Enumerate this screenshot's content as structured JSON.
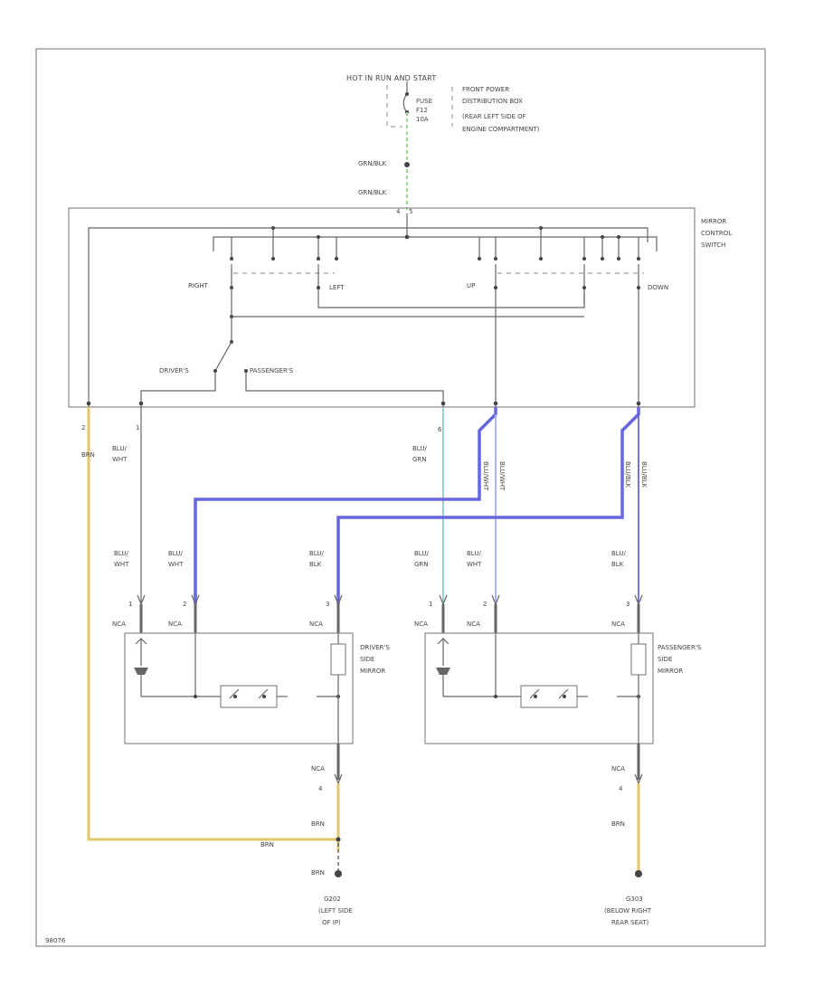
{
  "power": {
    "hot_label": "HOT IN RUN AND START",
    "fuse": [
      "FUSE",
      "F12",
      "10A"
    ],
    "box_note": [
      "FRONT POWER",
      "DISTRIBUTION BOX",
      "(REAR LEFT SIDE OF",
      "ENGINE COMPARTMENT)"
    ]
  },
  "feed_wires": [
    "GRN/BLK",
    "GRN/BLK"
  ],
  "pin_marks": [
    "4",
    "5"
  ],
  "switch": {
    "name": [
      "MIRROR",
      "CONTROL",
      "SWITCH"
    ],
    "right": "RIGHT",
    "left": "LEFT",
    "up": "UP",
    "down": "DOWN",
    "drivers": "DRIVER'S",
    "passengers": "PASSENGER'S"
  },
  "switch_pins": [
    {
      "pin": "2",
      "wire": [
        "BRN"
      ]
    },
    {
      "pin": "1",
      "wire": [
        "BLU/",
        "WHT"
      ]
    },
    {
      "pin": "6",
      "wire": [
        "BLU/",
        "GRN"
      ]
    },
    {
      "pin": "",
      "wire": [
        "BLU/",
        "WHT"
      ]
    },
    {
      "pin": "",
      "wire": [
        "BLU/",
        "BLK"
      ]
    }
  ],
  "split_wires": [
    "BLU/WHT",
    "BLU/WHT",
    "BLU/BLK",
    "BLU/BLK"
  ],
  "driver_mirror": {
    "name": [
      "DRIVER'S",
      "SIDE",
      "MIRROR"
    ],
    "pins": [
      {
        "pin": "1",
        "wire": [
          "BLU/",
          "WHT"
        ]
      },
      {
        "pin": "2",
        "wire": [
          "BLU/",
          "WHT"
        ]
      },
      {
        "pin": "3",
        "wire": [
          "BLU/",
          "BLK"
        ]
      }
    ],
    "connector": "NCA",
    "ground_pin": "4",
    "ground_wire": "BRN"
  },
  "pass_mirror": {
    "name": [
      "PASSENGER'S",
      "SIDE",
      "MIRROR"
    ],
    "pins": [
      {
        "pin": "1",
        "wire": [
          "BLU/",
          "GRN"
        ]
      },
      {
        "pin": "2",
        "wire": [
          "BLU/",
          "WHT"
        ]
      },
      {
        "pin": "3",
        "wire": [
          "BLU/",
          "BLK"
        ]
      }
    ],
    "connector": "NCA",
    "ground_pin": "4",
    "ground_wire": "BRN"
  },
  "bottom_wire": "BRN",
  "driver_ground_wire": "BRN",
  "ground_left": [
    "G202",
    "(LEFT SIDE",
    "OF IP)"
  ],
  "ground_right": [
    "G303",
    "(BELOW RIGHT",
    "REAR SEAT)"
  ],
  "footer_code": "98076",
  "colors": {
    "brown_wire": "#e2c56e",
    "blue_black_wire": "#6666dd",
    "blue_white_wire": "#a8a8ff",
    "blue_green_wire": "#7ec9c9",
    "green_black_wire": "#9fd88f"
  }
}
